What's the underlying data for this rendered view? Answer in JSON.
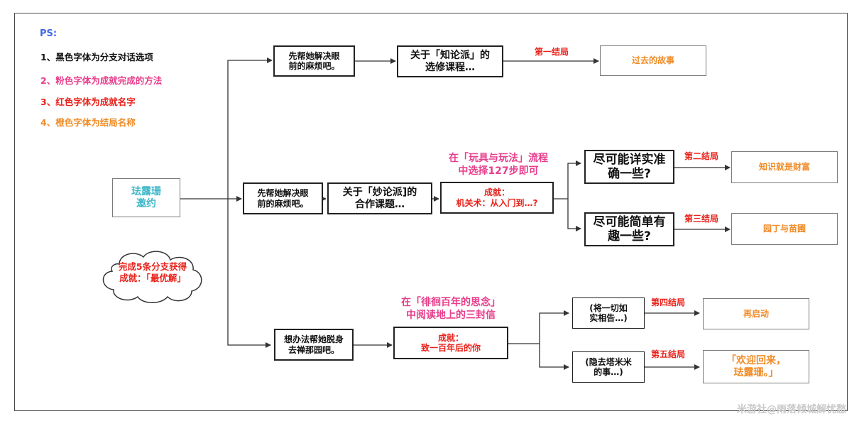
{
  "colors": {
    "legend_title": "#4169e1",
    "branch_text": "#111111",
    "method_text": "#e83e8c",
    "achievement_text": "#e8221b",
    "ending_text": "#f08c28",
    "start_text": "#3db8c9"
  },
  "legend": {
    "title": "PS:",
    "items": [
      "1、黑色字体为分支对话选项",
      "2、粉色字体为成就完成的方法",
      "3、红色字体为成就名字",
      "4、橙色字体为结局名称"
    ]
  },
  "start": {
    "label": "珐露珊\n邀约"
  },
  "cloud": {
    "text": "完成5条分支获得\n成就：「最优解」"
  },
  "branch1": {
    "step1": "先帮她解决眼\n前的麻烦吧。",
    "step2": "关于「知论派」的\n选修课程…",
    "edge_label": "第一结局",
    "ending": "过去的故事"
  },
  "branch2": {
    "step1": "先帮她解决眼\n前的麻烦吧。",
    "step2": "关于「妙论派]的\n合作课题…",
    "method": "在「玩具与玩法」流程\n中选择127步即可",
    "achievement": "成就：\n机关术：从入门到…?",
    "option_a": "尽可能详实准\n确一些?",
    "label_a": "第二结局",
    "ending_a": "知识就是财富",
    "option_b": "尽可能简单有\n趣一些?",
    "label_b": "第三结局",
    "ending_b": "园丁与苗圃"
  },
  "branch3": {
    "step1": "想办法帮她脱身\n去禅那园吧。",
    "method": "在「徘徊百年的思念」\n中阅读地上的三封信",
    "achievement": "成就：\n致一百年后的你",
    "option_a": "(将一切如\n实相告…)",
    "label_a": "第四结局",
    "ending_a": "再启动",
    "option_b": "(隐去塔米米\n的事…)",
    "label_b": "第五结局",
    "ending_b": "「欢迎回来，\n珐露珊。」"
  },
  "watermark": "米游社@雨落倾城解忧愁"
}
